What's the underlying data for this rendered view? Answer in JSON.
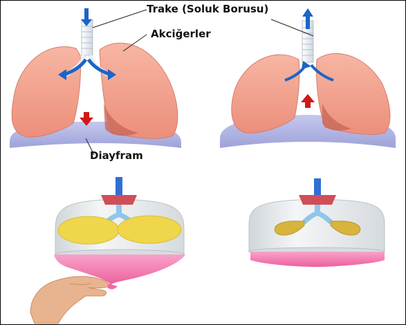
{
  "labels": {
    "trachea": "Trake (Soluk Borusu)",
    "lungs": "Akciğerler",
    "diaphragm": "Diayfram"
  },
  "colors": {
    "lung": "#f3a28e",
    "lung_shadow": "#c96a59",
    "diaphragm": "#b9bce6",
    "arrow_blue": "#1c64c8",
    "arrow_red": "#d01818",
    "trachea": "#eef2f6",
    "jar": "#e3e7ea",
    "stopper": "#cf4e57",
    "tube": "#2f6fd6",
    "balloon_inflated": "#f0d64a",
    "balloon_deflated": "#d8b33d",
    "membrane": "#f47ab0",
    "skin": "#e8b48f"
  },
  "icons": {
    "air_flow": "blue-airflow-arrow-icon",
    "diaphragm_down": "red-down-arrow-icon",
    "diaphragm_up": "red-up-arrow-icon"
  }
}
